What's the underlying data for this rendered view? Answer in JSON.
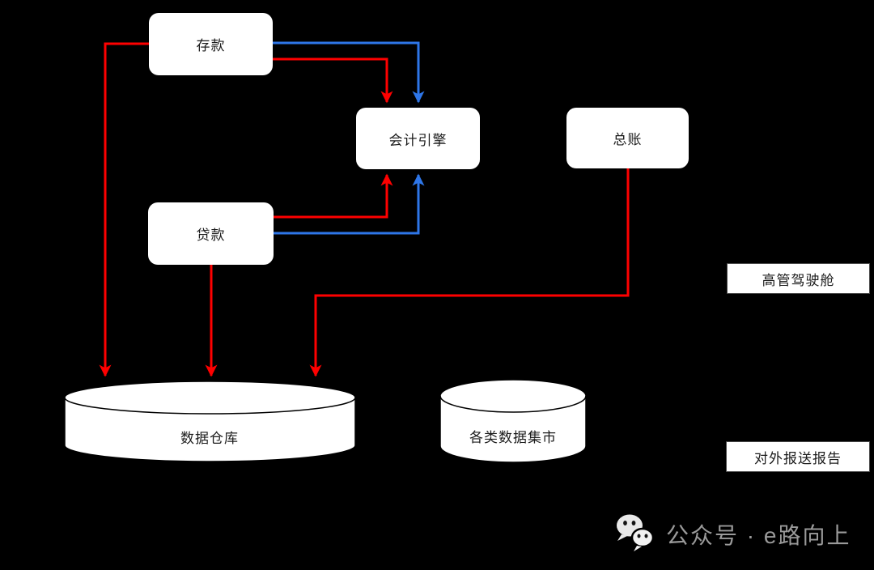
{
  "diagram": {
    "nodes": {
      "deposit": {
        "label": "存款"
      },
      "loan": {
        "label": "贷款"
      },
      "engine": {
        "label": "会计引擎"
      },
      "ledger": {
        "label": "总账"
      }
    },
    "datastores": {
      "warehouse": {
        "label": "数据仓库"
      },
      "marts": {
        "label": "各类数据集市"
      }
    },
    "side_labels": {
      "exec_dashboard": {
        "label": "高管驾驶舱"
      },
      "external_report": {
        "label": "对外报送报告"
      }
    },
    "edges": [
      {
        "from": "存款",
        "to": "数据仓库",
        "color": "red"
      },
      {
        "from": "存款",
        "to": "会计引擎",
        "color": "red"
      },
      {
        "from": "存款",
        "to": "会计引擎",
        "color": "blue"
      },
      {
        "from": "贷款",
        "to": "会计引擎",
        "color": "red"
      },
      {
        "from": "贷款",
        "to": "会计引擎",
        "color": "blue"
      },
      {
        "from": "贷款",
        "to": "数据仓库",
        "color": "red"
      },
      {
        "from": "总账",
        "to": "数据仓库",
        "color": "red"
      }
    ],
    "colors": {
      "background": "#000000",
      "edge_red": "#fe0000",
      "edge_blue": "#2e76e8",
      "node_fill": "#ffffff",
      "node_text": "#1c1c1c",
      "watermark_text": "#9a9a9a"
    }
  },
  "watermark": {
    "icon": "wechat-icon",
    "text": "公众号 · e路向上"
  }
}
